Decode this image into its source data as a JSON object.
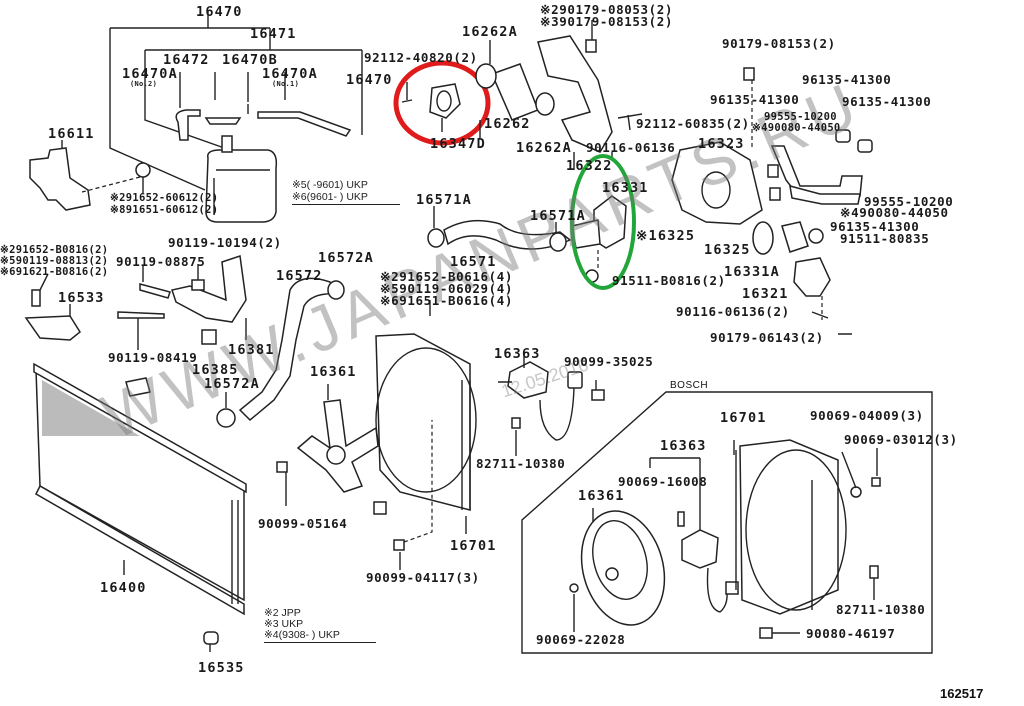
{
  "diagram": {
    "title": "Radiator & Water Outlet / Cooling Fan exploded parts diagram",
    "figure_number": "162517",
    "watermark": "WWW.JAPANPARTS.RU",
    "watermark_date": "12.05.2016",
    "section_box_label": "BOSCH",
    "highlight_colors": {
      "red_circle": "#e01b1b",
      "green_circle": "#22a63a"
    },
    "labels": {
      "p16470": "16470",
      "p16471": "16471",
      "p16472": "16472",
      "p16470B": "16470B",
      "p16470A_1": "16470A",
      "p16470A_1_sub": "(No.2)",
      "p16470A_2": "16470A",
      "p16470A_2_sub": "(No.1)",
      "p16470_3": "16470",
      "p92112_40820": "92112-40820(2)",
      "p16262A_top": "16262A",
      "p16262": "16262",
      "p16347D": "16347D",
      "p16262A_bot": "16262A",
      "p90179_08053": "※290179-08053(2)",
      "p90179_08153_a": "※390179-08153(2)",
      "p90179_08153_b": "90179-08153(2)",
      "p92112_60835": "92112-60835(2)",
      "p90116_06136_a": "90116-06136",
      "p16322": "16322",
      "p16323": "16323",
      "p96135_41300_a": "96135-41300",
      "p96135_41300_b": "96135-41300",
      "p96135_41300_c": "96135-41300",
      "p96135_41300_d": "96135-41300",
      "p99555_10200_a": "99555-10200",
      "p90080_44050_a": "※490080-44050",
      "p99555_10200_b": "99555-10200",
      "p90080_44050_b": "※490080-44050",
      "p91511_80835": "91511-80835",
      "p16611": "16611",
      "p91652_60612": "※291652-60612(2)",
      "p91651_60612": "※891651-60612(2)",
      "p16571A_a": "16571A",
      "p16571A_b": "16571A",
      "p16331": "16331",
      "p16325_star": "※16325",
      "p16325": "16325",
      "p16331A": "16331A",
      "p91511_B0816": "91511-B0816(2)",
      "p16321": "16321",
      "p90116_06136_b": "90116-06136(2)",
      "p90179_06143": "90179-06143(2)",
      "p91652_B0816": "※291652-B0816(2)",
      "p90119_08813": "※590119-08813(2)",
      "p91621_B0816": "※691621-B0816(2)",
      "p90119_10194": "90119-10194(2)",
      "p90119_08875": "90119-08875",
      "p16533": "16533",
      "p16572A_a": "16572A",
      "p16572": "16572",
      "p16571": "16571",
      "p91652_B0616": "※291652-B0616(4)",
      "p90119_06029": "※590119-06029(4)",
      "p91651_B0616": "※691651-B0616(4)",
      "p90119_08419": "90119-08419",
      "p16381": "16381",
      "p16385": "16385",
      "p16572A_b": "16572A",
      "p16361_a": "16361",
      "p16363_a": "16363",
      "p90099_35025": "90099-35025",
      "p82711_10380_a": "82711-10380",
      "p90099_05164": "90099-05164",
      "p16701_a": "16701",
      "p90099_04117": "90099-04117(3)",
      "p16400": "16400",
      "p16535": "16535",
      "p16701_b": "16701",
      "p90069_04009": "90069-04009(3)",
      "p90069_03012": "90069-03012(3)",
      "p16363_b": "16363",
      "p90069_16008": "90069-16008",
      "p16361_b": "16361",
      "p82711_10380_b": "82711-10380",
      "p90069_22028": "90069-22028",
      "p90080_46197": "90080-46197"
    },
    "notes": {
      "n5": "※5(      -9601) UKP",
      "n6": "※6(9601-       ) UKP",
      "n2": "※2 JPP",
      "n3": "※3 UKP",
      "n4": "※4(9308-       ) UKP"
    }
  }
}
